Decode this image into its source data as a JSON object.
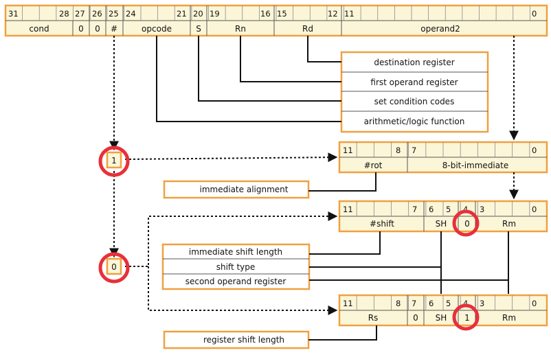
{
  "instruction": {
    "bits": [
      "31",
      "28",
      "27",
      "26",
      "25",
      "24",
      "21",
      "20",
      "19",
      "16",
      "15",
      "12",
      "11",
      "0"
    ],
    "fields": [
      "cond",
      "0",
      "0",
      "#",
      "opcode",
      "S",
      "Rn",
      "Rd",
      "operand2"
    ]
  },
  "legend": [
    "destination register",
    "first operand register",
    "set condition codes",
    "arithmetic/logic function"
  ],
  "imm": {
    "bits": [
      "11",
      "8",
      "7",
      "0"
    ],
    "fields": [
      "#rot",
      "8-bit-immediate"
    ]
  },
  "imm_label": "immediate alignment",
  "shift_imm": {
    "bits": [
      "11",
      "7",
      "6",
      "5",
      "4",
      "3",
      "0"
    ],
    "fields": [
      "#shift",
      "SH",
      "0",
      "Rm"
    ]
  },
  "shift_legend": [
    "immediate shift length",
    "shift type",
    "second operand register"
  ],
  "shift_reg": {
    "bits": [
      "11",
      "8",
      "7",
      "6",
      "5",
      "4",
      "3",
      "0"
    ],
    "fields": [
      "Rs",
      "0",
      "SH",
      "1",
      "Rm"
    ]
  },
  "reg_label": "register shift length",
  "selectors": [
    "1",
    "0"
  ]
}
